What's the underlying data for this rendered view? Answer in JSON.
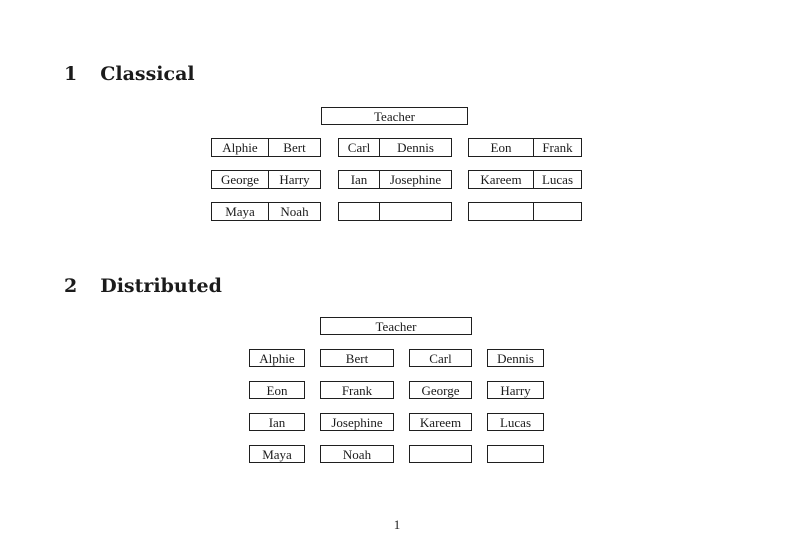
{
  "colors": {
    "ink": "#1b1b1b",
    "background": "#ffffff",
    "border": "#1f1f1f"
  },
  "sections": [
    {
      "number": "1",
      "title": "Classical"
    },
    {
      "number": "2",
      "title": "Distributed"
    }
  ],
  "classical": {
    "teacher_label": "Teacher",
    "rows": [
      {
        "desks": [
          {
            "seats": [
              "Alphie",
              "Bert"
            ]
          },
          {
            "seats": [
              "Carl",
              "Dennis"
            ]
          },
          {
            "seats": [
              "Eon",
              "Frank"
            ]
          }
        ]
      },
      {
        "desks": [
          {
            "seats": [
              "George",
              "Harry"
            ]
          },
          {
            "seats": [
              "Ian",
              "Josephine"
            ]
          },
          {
            "seats": [
              "Kareem",
              "Lucas"
            ]
          }
        ]
      },
      {
        "desks": [
          {
            "seats": [
              "Maya",
              "Noah"
            ]
          },
          {
            "seats": [
              "",
              ""
            ]
          },
          {
            "seats": [
              "",
              ""
            ]
          }
        ]
      }
    ]
  },
  "distributed": {
    "teacher_label": "Teacher",
    "rows": [
      {
        "seats": [
          "Alphie",
          "Bert",
          "Carl",
          "Dennis"
        ]
      },
      {
        "seats": [
          "Eon",
          "Frank",
          "George",
          "Harry"
        ]
      },
      {
        "seats": [
          "Ian",
          "Josephine",
          "Kareem",
          "Lucas"
        ]
      },
      {
        "seats": [
          "Maya",
          "Noah",
          "",
          ""
        ]
      }
    ]
  },
  "footer": {
    "page_number": "1"
  }
}
